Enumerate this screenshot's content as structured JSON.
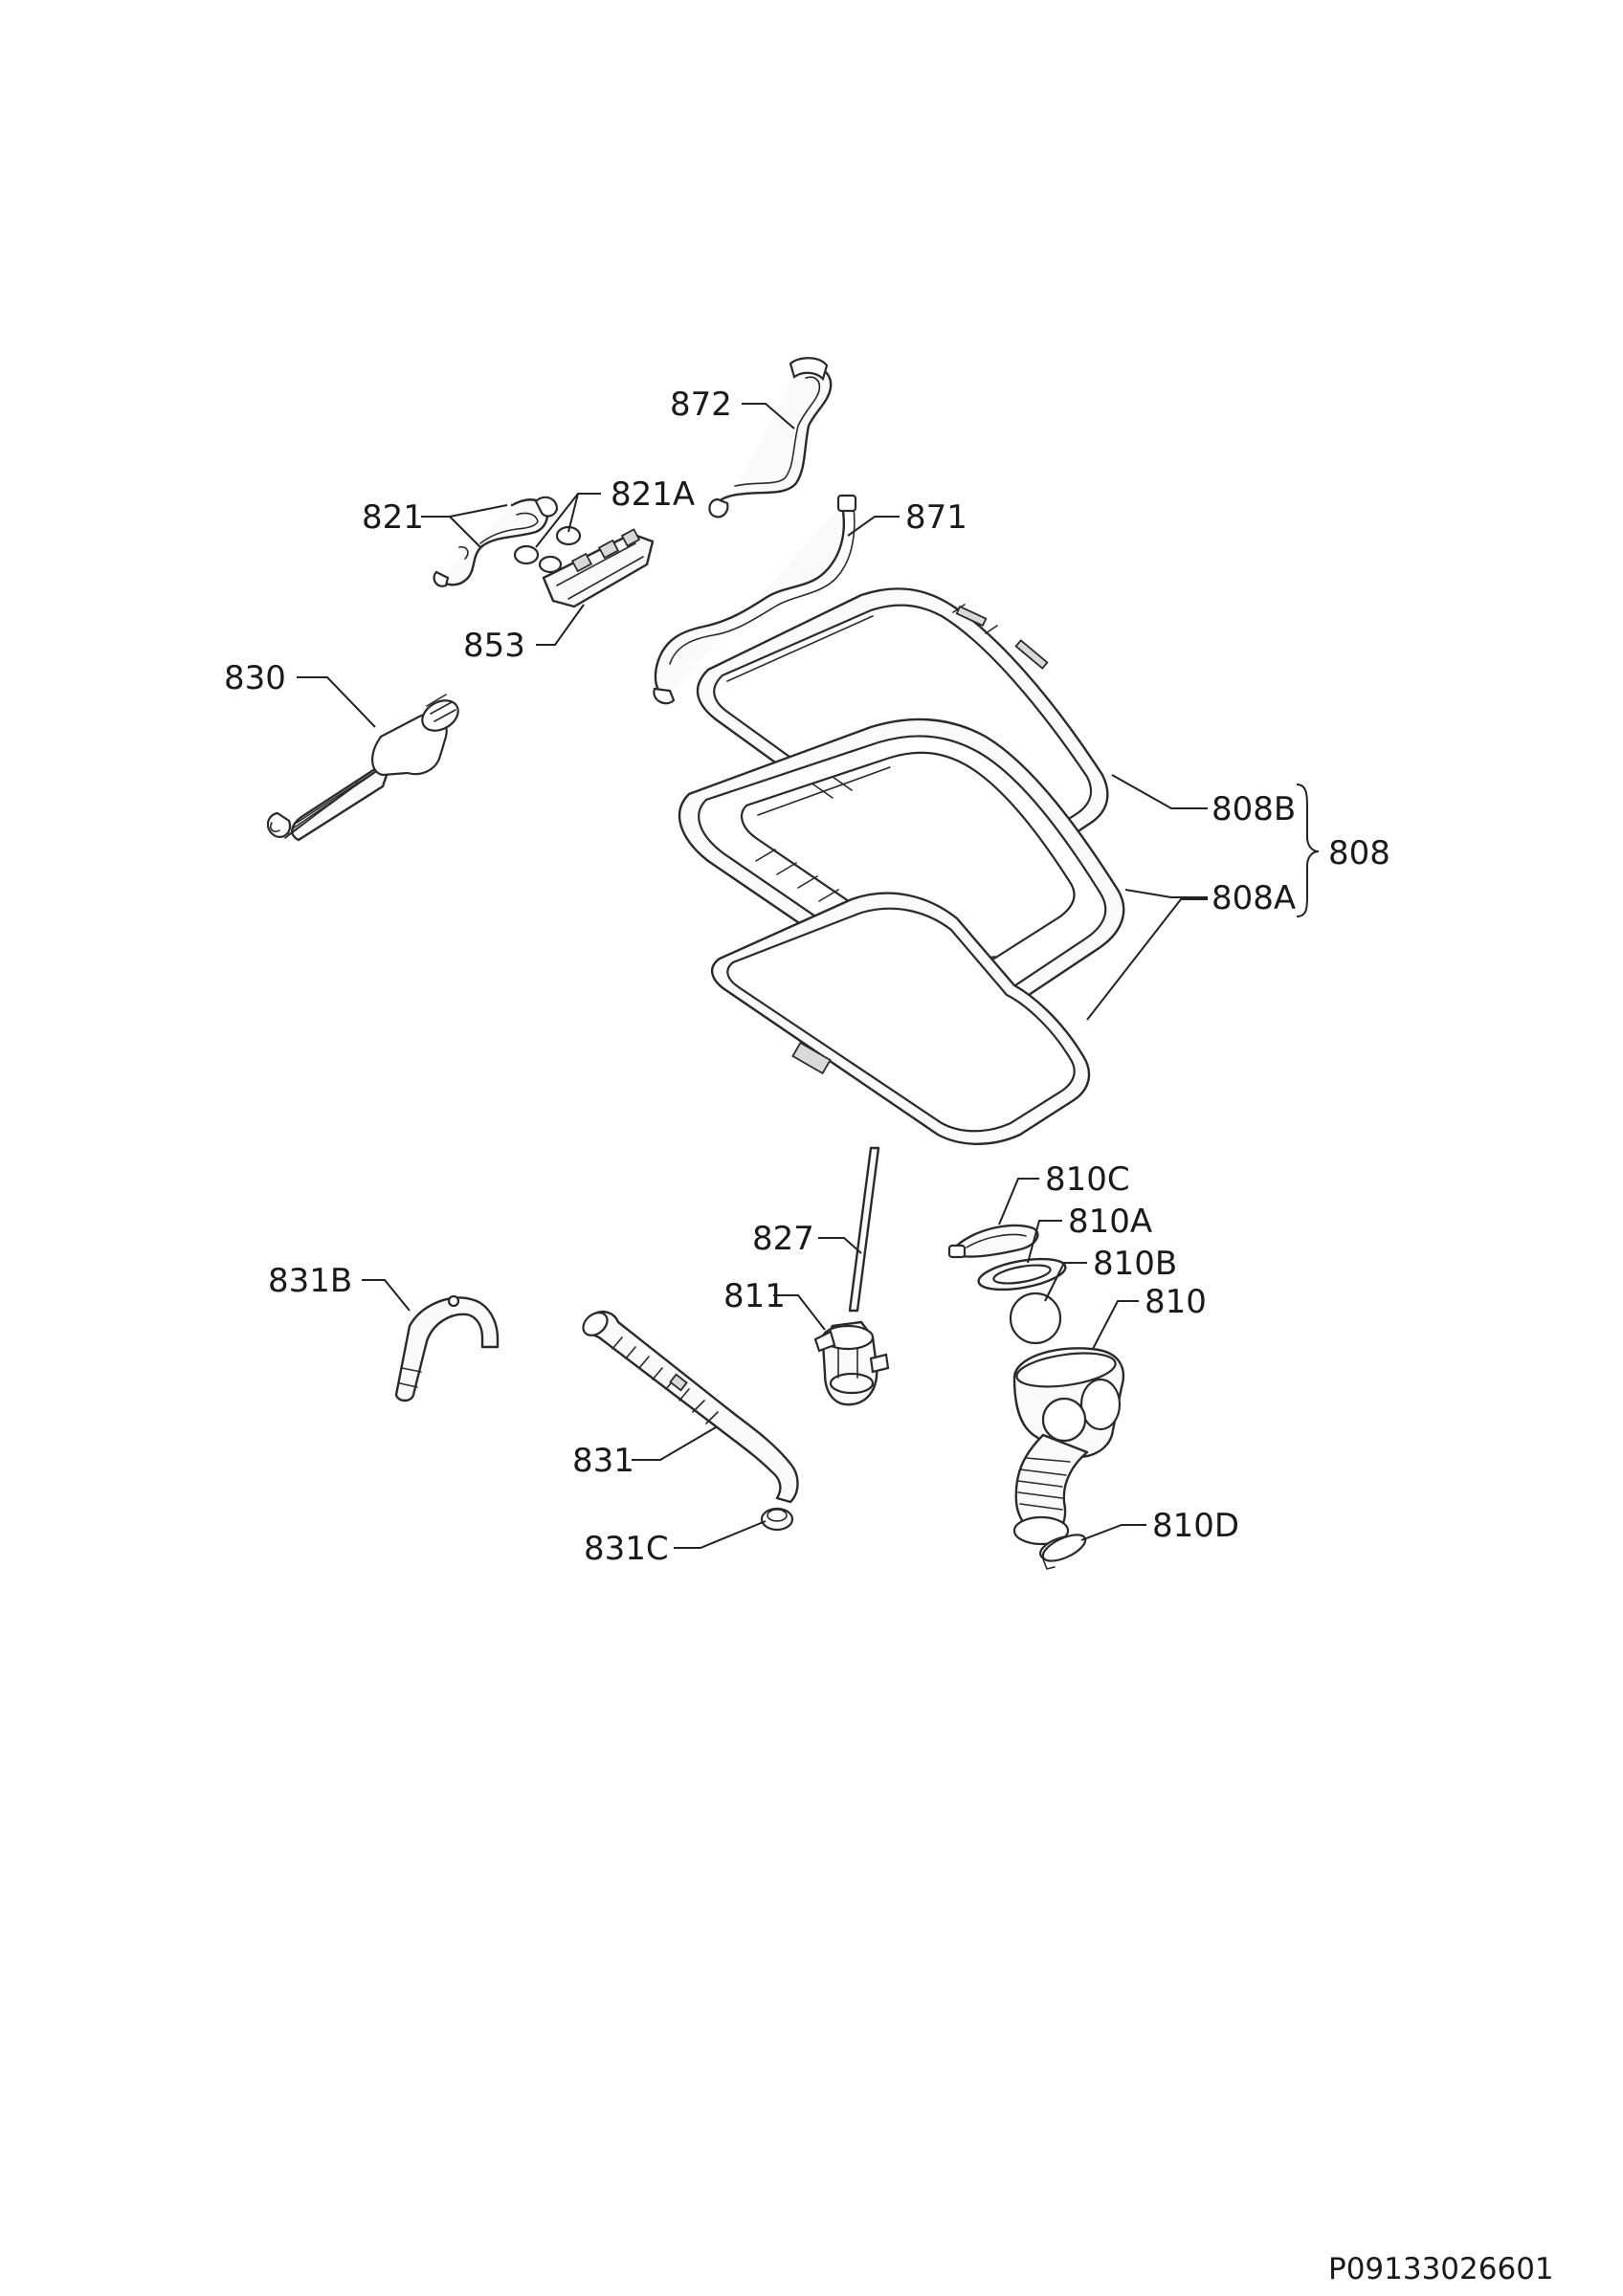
{
  "diagram": {
    "labels": {
      "p872": "872",
      "p821": "821",
      "p821A": "821A",
      "p871": "871",
      "p853": "853",
      "p830": "830",
      "p808B": "808B",
      "p808": "808",
      "p808A": "808A",
      "p810C": "810C",
      "p827": "827",
      "p810A": "810A",
      "p810B": "810B",
      "p831B": "831B",
      "p811": "811",
      "p810": "810",
      "p831": "831",
      "p810D": "810D",
      "p831C": "831C"
    },
    "document_code": "P09133026601"
  }
}
